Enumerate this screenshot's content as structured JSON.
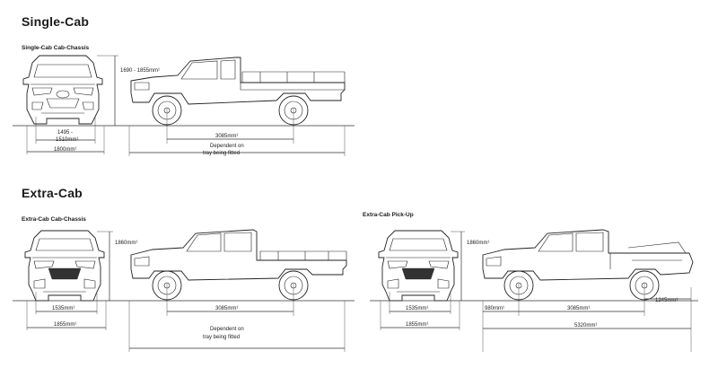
{
  "sections": {
    "single_cab": {
      "title": "Single-Cab",
      "subtitle": "Single-Cab Cab-Chassis",
      "height": "1690 - 1855mm¹",
      "track_line1": "1495 -",
      "track_line2": "1510mm¹",
      "width": "1800mm¹",
      "wheelbase": "3085mm¹",
      "length_line1": "Dependent on",
      "length_line2": "tray being fitted"
    },
    "extra_cab": {
      "title": "Extra-Cab",
      "cab_chassis": {
        "subtitle": "Extra-Cab Cab-Chassis",
        "height": "1860mm¹",
        "track": "1535mm¹",
        "width": "1855mm¹",
        "wheelbase": "3085mm¹",
        "length_line1": "Dependent on",
        "length_line2": "tray being fitted"
      },
      "pick_up": {
        "subtitle": "Extra-Cab Pick-Up",
        "height": "1860mm¹",
        "track": "1535mm¹",
        "width": "1855mm¹",
        "front_overhang": "980mm¹",
        "wheelbase": "3085mm¹",
        "rear_overhang": "1245mm¹",
        "length": "5320mm¹"
      }
    }
  }
}
